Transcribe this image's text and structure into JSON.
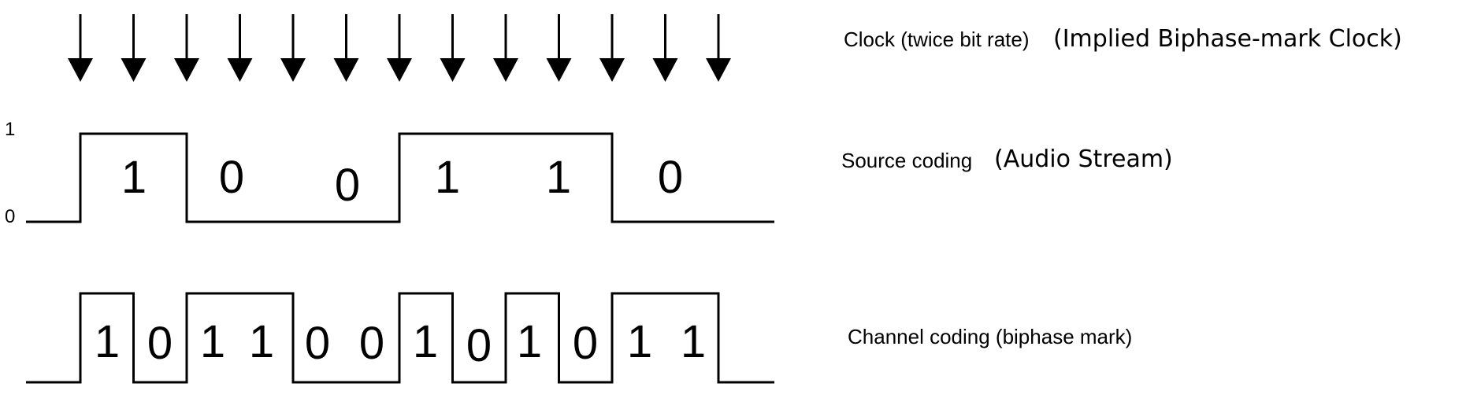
{
  "labels": {
    "clock_main": "Clock (twice bit rate)",
    "clock_note": "(Implied Biphase-mark Clock)",
    "source_main": "Source coding",
    "source_note": "(Audio Stream)",
    "channel_main": "Channel coding (biphase mark)",
    "level_high": "1",
    "level_low": "0"
  },
  "clock": {
    "arrow_count": 13
  },
  "source": {
    "bits": [
      "1",
      "0",
      "0",
      "1",
      "1",
      "0"
    ],
    "levels": [
      0,
      1,
      1,
      0,
      0,
      0,
      0,
      1,
      1,
      1,
      1,
      0,
      0,
      0
    ]
  },
  "channel": {
    "bits": [
      "1",
      "0",
      "1",
      "1",
      "0",
      "0",
      "1",
      "0",
      "1",
      "0",
      "1",
      "1"
    ],
    "levels": [
      0,
      1,
      0,
      1,
      1,
      0,
      0,
      1,
      0,
      1,
      0,
      1,
      1,
      0
    ]
  }
}
